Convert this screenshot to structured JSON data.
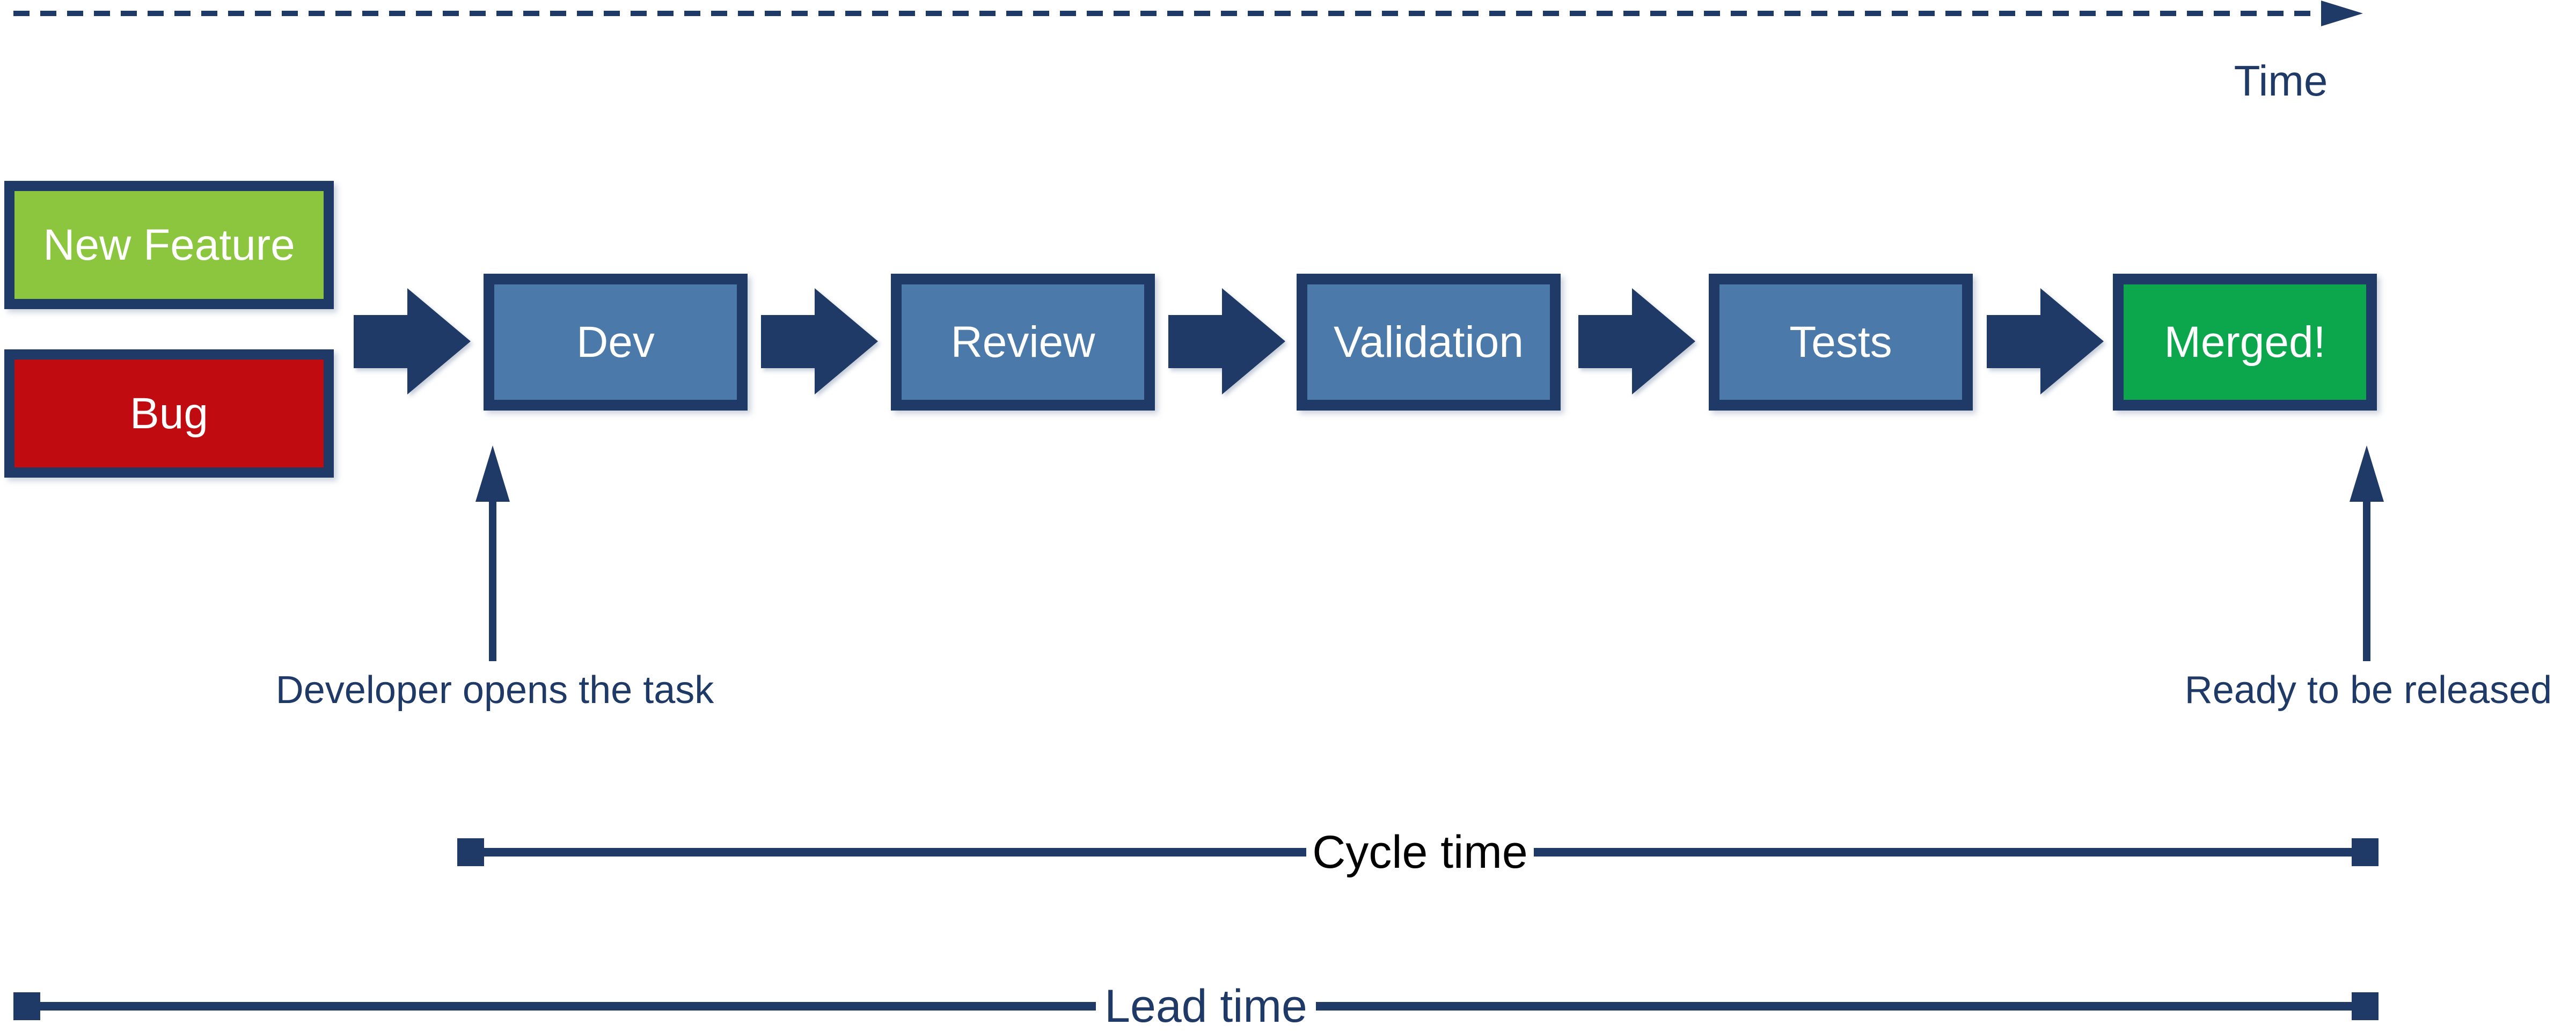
{
  "colors": {
    "navy": "#1f3a66",
    "steel-blue": "#4b79a9",
    "feature-green": "#8cc63f",
    "bug-red": "#c00b10",
    "merged-green": "#0ca64d",
    "white": "#ffffff",
    "cycle-text": "#000000",
    "lead-text": "#1f3a66"
  },
  "timeline": {
    "label": "Time"
  },
  "inputs": [
    {
      "label": "New Feature",
      "color": "#8cc63f"
    },
    {
      "label": "Bug",
      "color": "#c00b10"
    }
  ],
  "stages": [
    {
      "label": "Dev",
      "color": "#4b79a9"
    },
    {
      "label": "Review",
      "color": "#4b79a9"
    },
    {
      "label": "Validation",
      "color": "#4b79a9"
    },
    {
      "label": "Tests",
      "color": "#4b79a9"
    },
    {
      "label": "Merged!",
      "color": "#0ca64d"
    }
  ],
  "annotations": [
    {
      "label": "Developer opens the task"
    },
    {
      "label": "Ready to be released"
    }
  ],
  "spans": [
    {
      "label": "Cycle time",
      "text_color": "#000000"
    },
    {
      "label": "Lead time",
      "text_color": "#1f3a66"
    }
  ]
}
